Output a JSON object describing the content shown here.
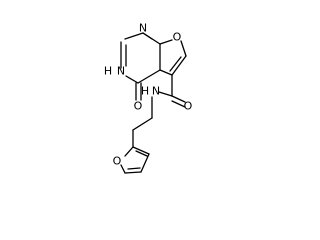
{
  "molecule": {
    "atoms": {
      "n_top": "N",
      "o_furan_top": "O",
      "nh_ring": "H",
      "n_ring": "N",
      "o_carbonyl": "O",
      "nh_amide": "H",
      "n_amide": "N",
      "o_amide": "O",
      "o_furan_bottom": "O"
    }
  }
}
